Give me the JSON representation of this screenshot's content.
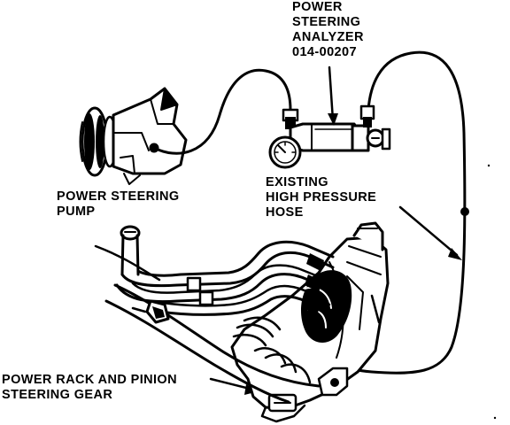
{
  "labels": {
    "analyzer": {
      "line1": "POWER",
      "line2": "STEERING",
      "line3": "ANALYZER",
      "line4": "014-00207"
    },
    "pump": {
      "line1": "POWER STEERING",
      "line2": "PUMP"
    },
    "hose": {
      "line1": "EXISTING",
      "line2": "HIGH PRESSURE",
      "line3": "HOSE"
    },
    "gear": {
      "line1": "POWER RACK AND PINION",
      "line2": "STEERING GEAR"
    }
  }
}
